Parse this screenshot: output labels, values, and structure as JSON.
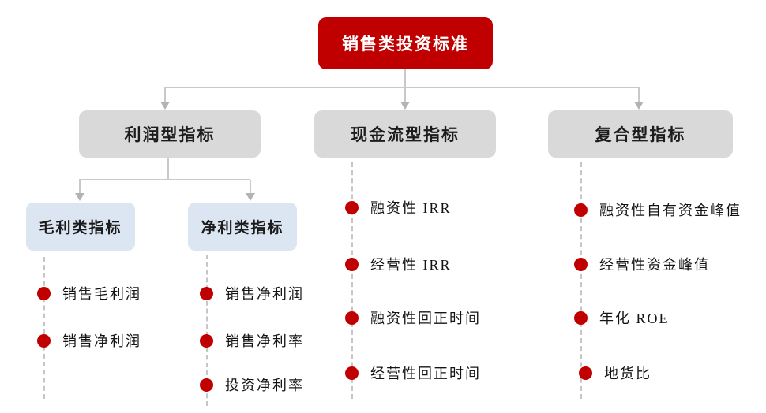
{
  "root": {
    "label": "销售类投资标准"
  },
  "branches": [
    {
      "label": "利润型指标",
      "children": [
        {
          "label": "毛利类指标",
          "items": [
            "销售毛利润",
            "销售净利润"
          ]
        },
        {
          "label": "净利类指标",
          "items": [
            "销售净利润",
            "销售净利率",
            "投资净利率"
          ]
        }
      ]
    },
    {
      "label": "现金流型指标",
      "items": [
        "融资性 IRR",
        "经营性 IRR",
        "融资性回正时间",
        "经营性回正时间"
      ]
    },
    {
      "label": "复合型指标",
      "items": [
        "融资性自有资金峰值",
        "经营性资金峰值",
        "年化 ROE",
        "地货比"
      ]
    }
  ],
  "colors": {
    "accent_red": "#c00000",
    "branch_gray": "#d9d9d9",
    "sub_blue": "#dce6f2",
    "connector_gray": "#c9c9c9",
    "arrow_gray": "#b3b3b3"
  }
}
